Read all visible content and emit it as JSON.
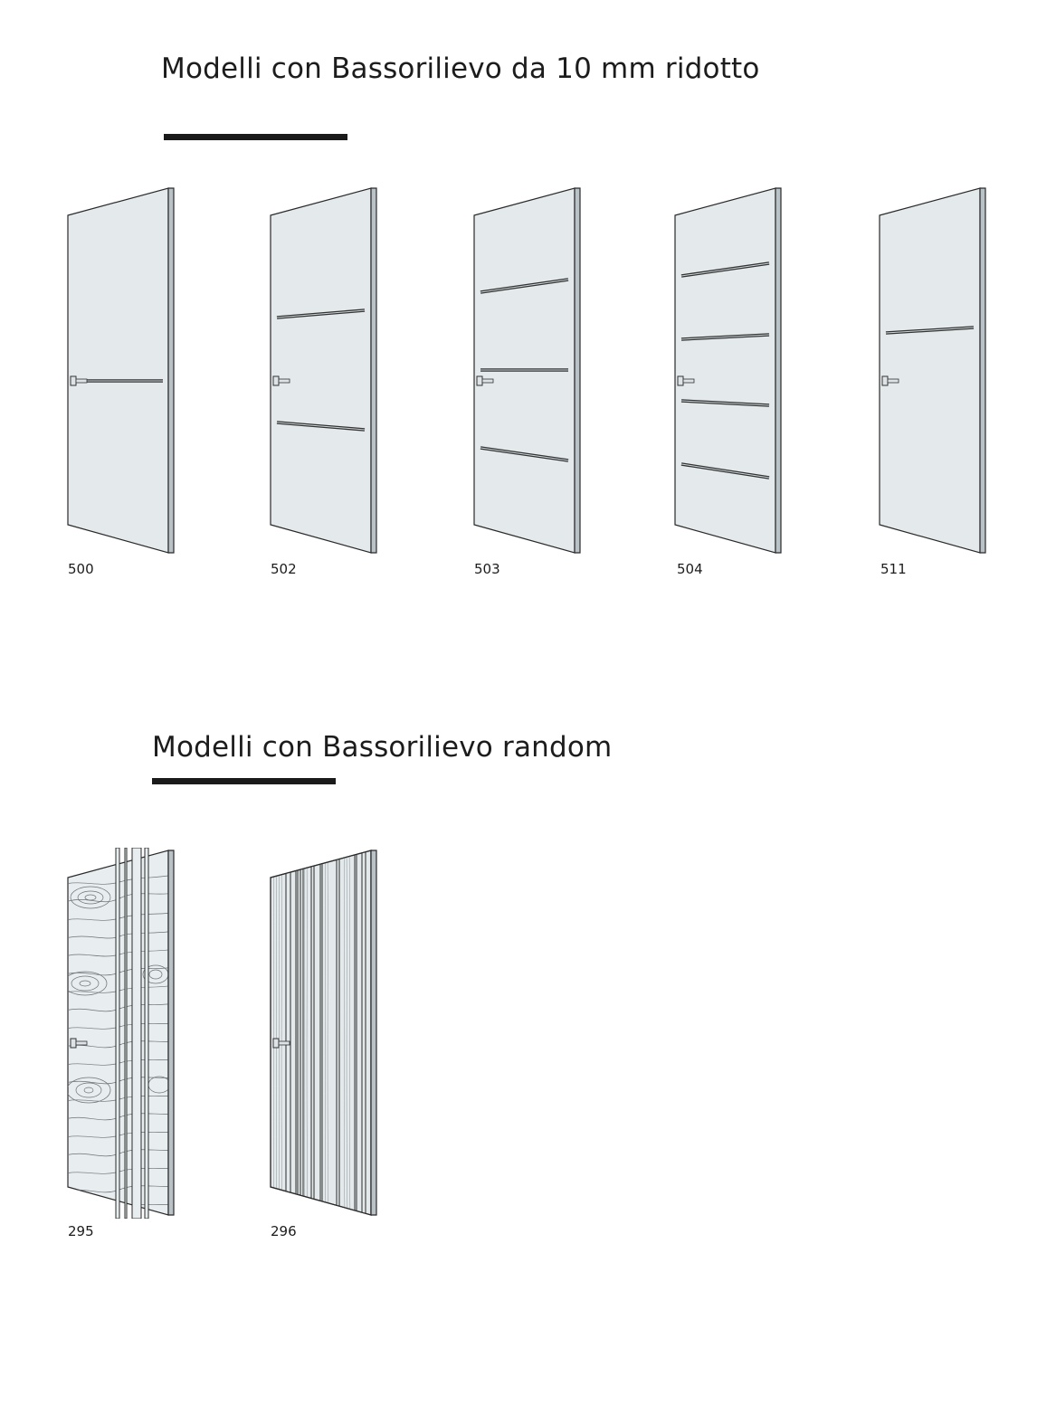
{
  "sections": [
    {
      "title": "Modelli con Bassorilievo da 10 mm ridotto",
      "models": [
        {
          "code": "500",
          "pattern": "handle-bar"
        },
        {
          "code": "502",
          "pattern": "two-grooves"
        },
        {
          "code": "503",
          "pattern": "three-grooves"
        },
        {
          "code": "504",
          "pattern": "four-grooves"
        },
        {
          "code": "511",
          "pattern": "one-groove"
        }
      ]
    },
    {
      "title": "Modelli con Bassorilievo random",
      "models": [
        {
          "code": "295",
          "pattern": "wood-grain-vertical-grooves"
        },
        {
          "code": "296",
          "pattern": "vertical-grooves"
        }
      ]
    }
  ],
  "colors": {
    "door_face": "#e4eaec",
    "door_edge": "#b9c2c6",
    "outline": "#2a2a2a",
    "rule": "#1a1a1a"
  }
}
